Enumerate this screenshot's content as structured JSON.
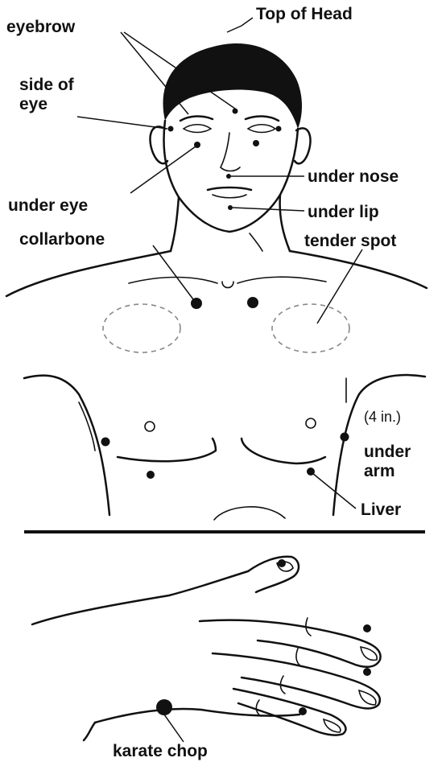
{
  "labels": {
    "top_of_head": "Top of Head",
    "eyebrow": "eyebrow",
    "side_of_eye_1": "side of",
    "side_of_eye_2": "eye",
    "under_nose": "under nose",
    "under_eye": "under eye",
    "under_lip": "under lip",
    "collarbone": "collarbone",
    "tender_spot": "tender spot",
    "four_in": "(4 in.)",
    "under_arm_1": "under",
    "under_arm_2": "arm",
    "liver": "Liver",
    "karate_chop": "karate chop"
  },
  "colors": {
    "ink": "#111111",
    "dashed": "#888888",
    "background": "#ffffff"
  }
}
